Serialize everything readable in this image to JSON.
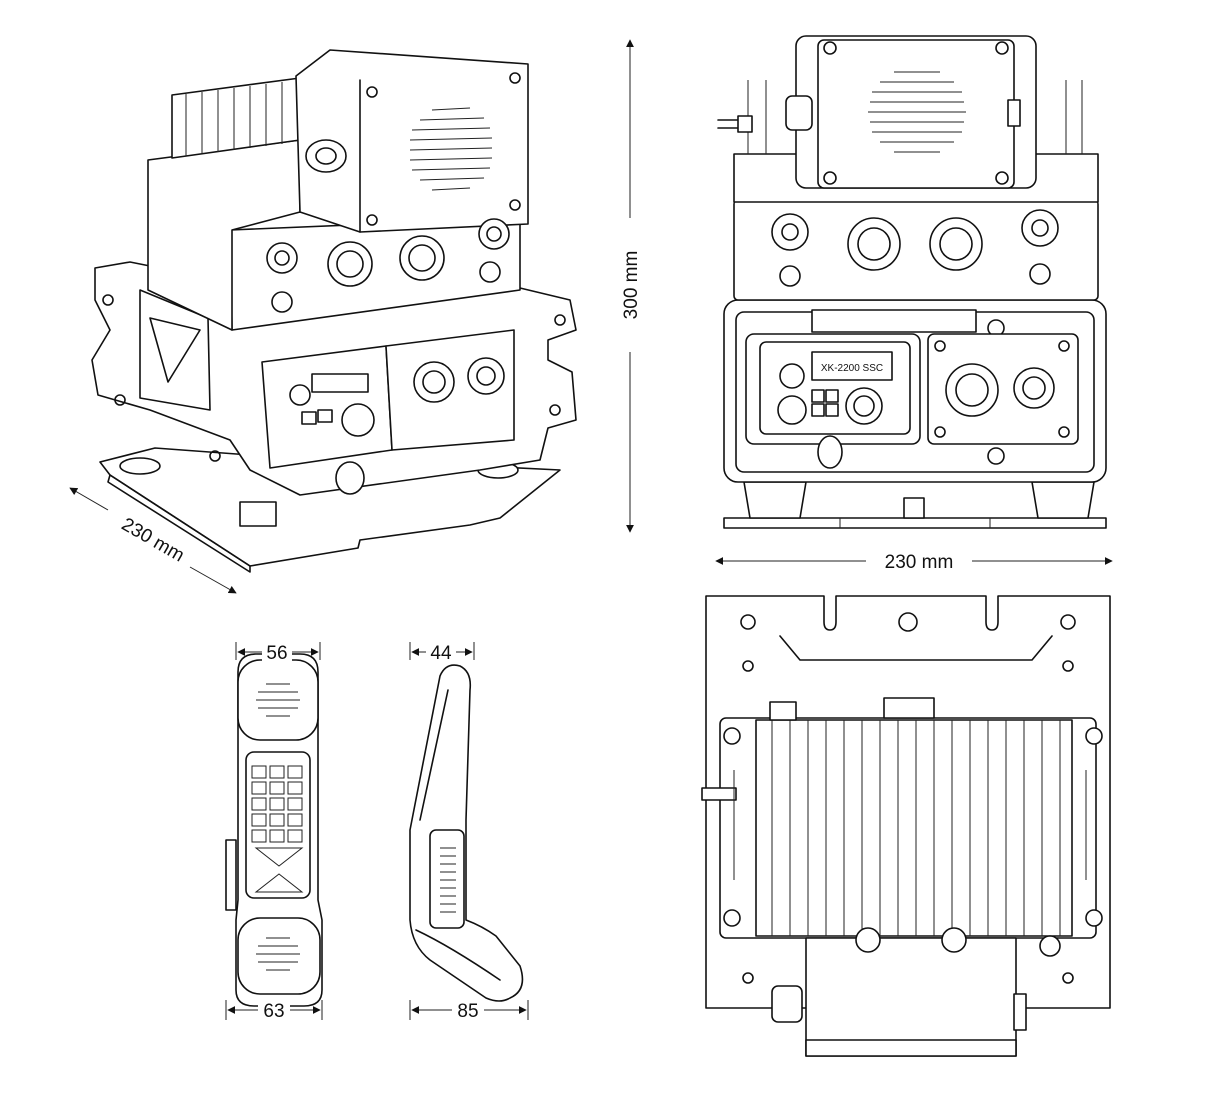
{
  "dimensions": {
    "height_label": "300 mm",
    "width_front_label": "230 mm",
    "depth_iso_label": "230 mm",
    "handset_front_top": "56",
    "handset_front_bottom": "63",
    "handset_side_top": "44",
    "handset_side_bottom": "85"
  },
  "views": {
    "front_panel_label": "XK-2200 SSC"
  },
  "colors": {
    "line": "#111111",
    "background": "#ffffff"
  }
}
